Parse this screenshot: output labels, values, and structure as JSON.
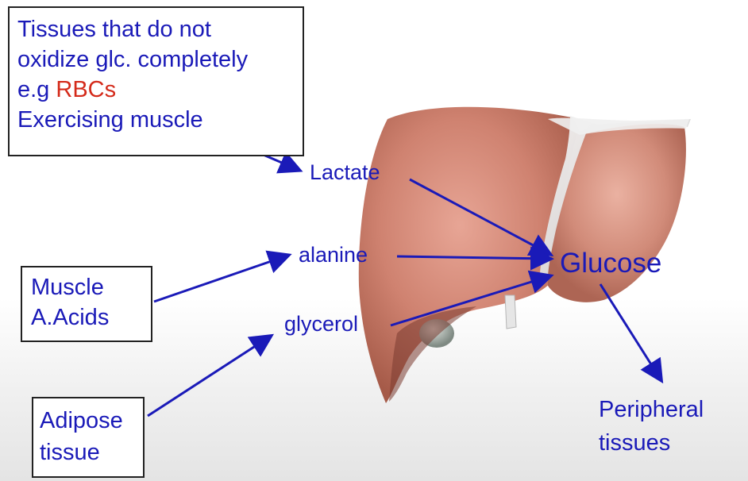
{
  "boxes": {
    "tissues": {
      "line1": "Tissues that do not",
      "line2": "oxidize glc.  completely",
      "line3_prefix": "e.g ",
      "line3_highlight": "RBCs",
      "line4": "Exercising muscle"
    },
    "muscle": {
      "line1": "Muscle",
      "line2": "A.Acids"
    },
    "adipose": {
      "line1": "Adipose",
      "line2": "tissue"
    }
  },
  "labels": {
    "lactate": "Lactate",
    "alanine": "alanine",
    "glycerol": "glycerol",
    "glucose": "Glucose",
    "peripheral_line1": "Peripheral",
    "peripheral_line2": "tissues"
  },
  "colors": {
    "text": "#1a1ab8",
    "highlight": "#d42a1a",
    "arrow": "#1a1ab8",
    "liver": "#c97a6a"
  }
}
